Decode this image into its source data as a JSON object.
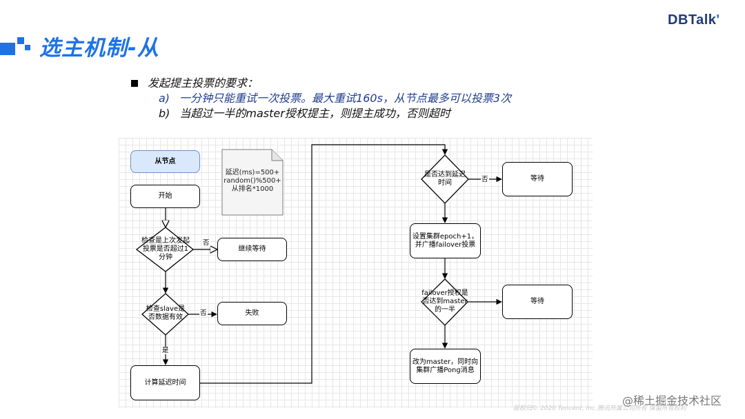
{
  "slide": {
    "title": "选主机制-从",
    "logo": {
      "main": "DBTalk",
      "brand_color": "#1c73e8"
    },
    "copyright": "版权归© 2020 Tencent, Inc.腾讯所属公司所有 保留所有权利",
    "watermark": "@稀土掘金技术社区"
  },
  "requirements": {
    "heading": "发起提主投票的要求：",
    "items": [
      {
        "marker": "a)",
        "text": "一分钟只能重试一次投票。最大重试160s，从节点最多可以投票3次"
      },
      {
        "marker": "b)",
        "text": "当超过一半的master授权提主，则提主成功，否则超时"
      }
    ]
  },
  "flowchart": {
    "lane_title": "从节点",
    "note": [
      "延迟(ms)=500+",
      "random()%500+",
      "从排名*1000"
    ],
    "start": "开始",
    "check_last_vote": [
      "检查是上次发起",
      "投票是否超过1",
      "分钟"
    ],
    "continue_wait": "继续等待",
    "check_slave_data": [
      "检查slave是",
      "否数据有效"
    ],
    "fail": "失败",
    "compute_delay": "计算延迟时间",
    "reached_delay": [
      "是否达到延迟",
      "时间"
    ],
    "wait_1": "等待",
    "set_epoch": [
      "设置集群epoch+1，",
      "并广播failover投票"
    ],
    "failover_majority": [
      "failover授权是",
      "否达到master",
      "的一半"
    ],
    "wait_2": "等待",
    "become_master": [
      "改为master，同时向",
      "集群广播Pong消息"
    ],
    "edge_no": "否",
    "edge_yes": "是"
  }
}
